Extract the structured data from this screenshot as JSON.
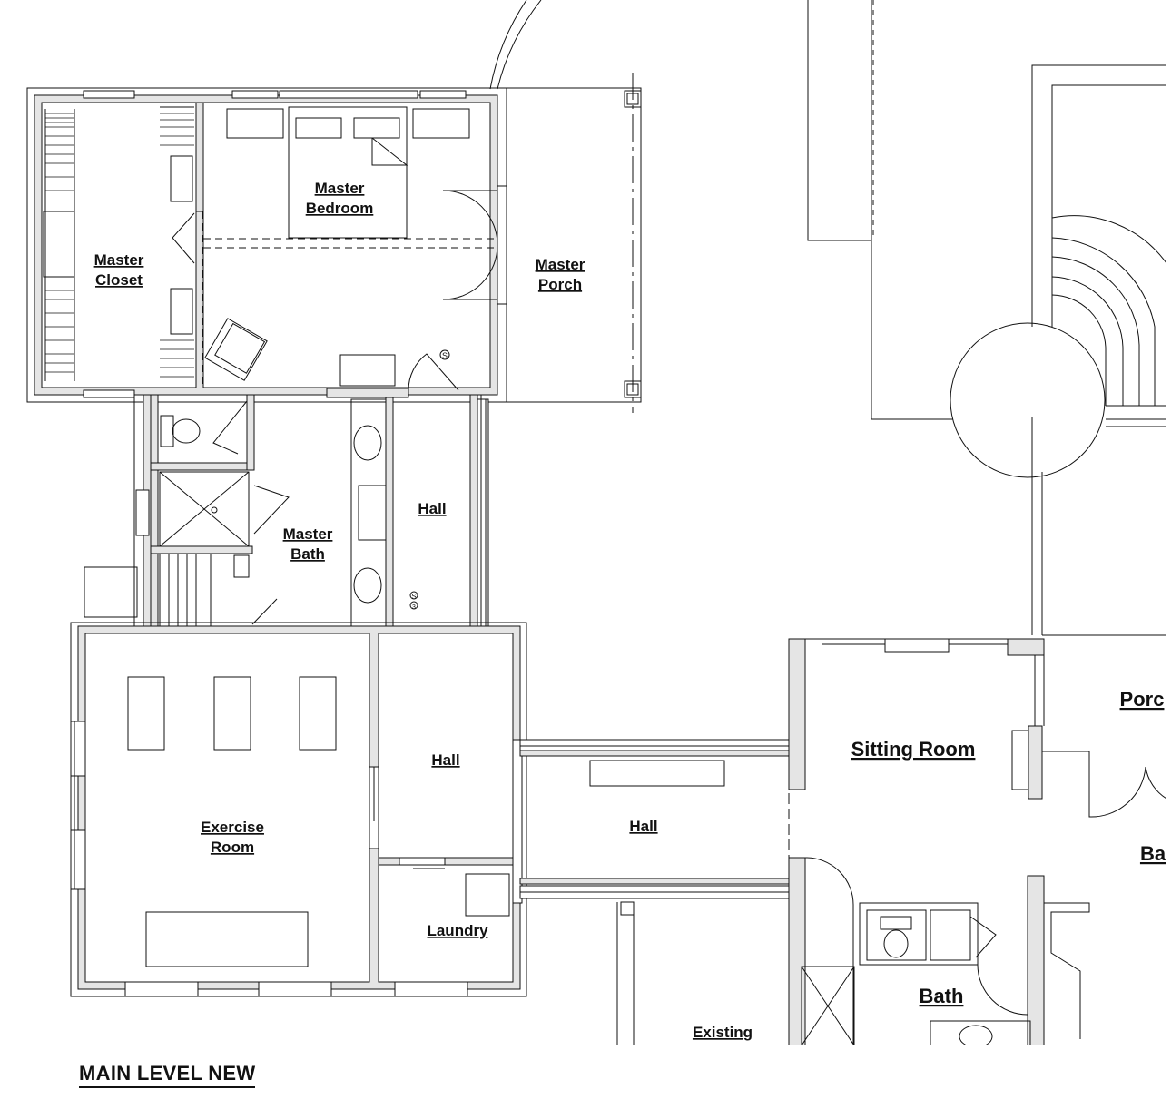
{
  "drawing": {
    "title": "MAIN LEVEL NEW",
    "rooms": {
      "master_closet": [
        "Master",
        "Closet"
      ],
      "master_bedroom": [
        "Master",
        "Bedroom"
      ],
      "master_porch": [
        "Master",
        "Porch"
      ],
      "master_bath": [
        "Master",
        "Bath"
      ],
      "hall_upper": "Hall",
      "hall_middle": "Hall",
      "hall_lower": "Hall",
      "exercise_room": [
        "Exercise",
        "Room"
      ],
      "laundry": "Laundry",
      "sitting_room": "Sitting Room",
      "bath": "Bath",
      "existing": "Existing",
      "porch_partial": "Porc",
      "ba_partial": "Ba"
    },
    "symbols": {
      "switch": "S",
      "switch_duplex": "S",
      "switch_sub": "3"
    }
  }
}
